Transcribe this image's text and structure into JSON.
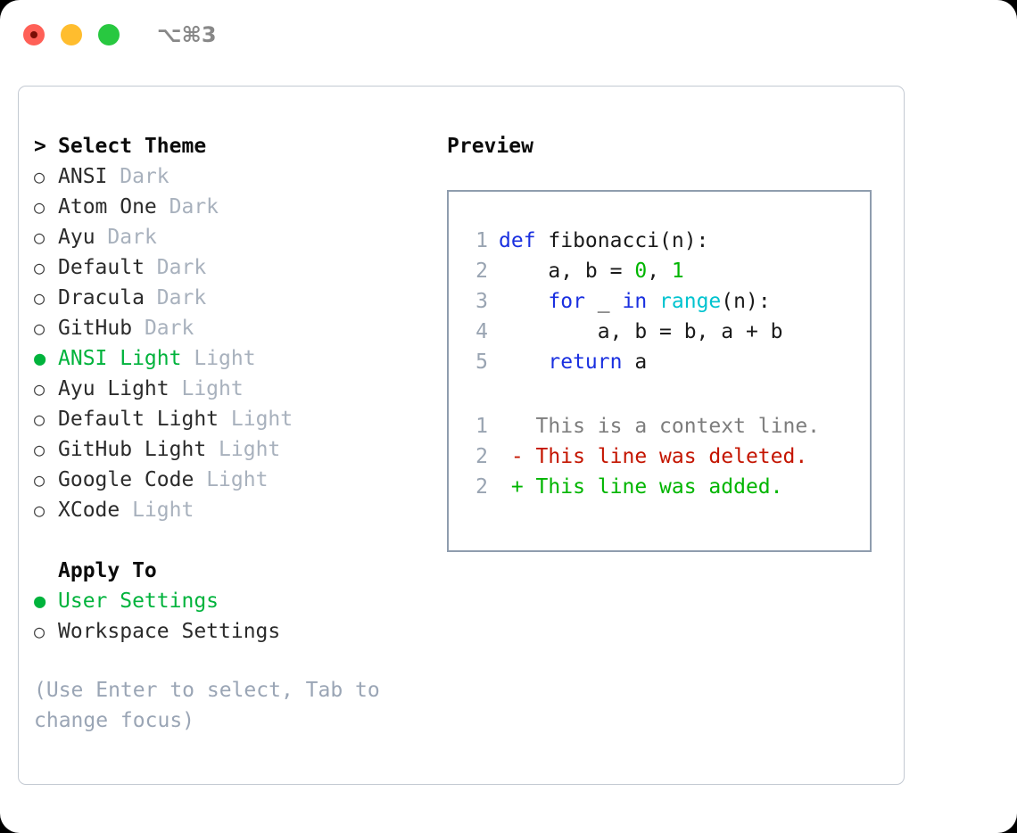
{
  "titlebar": {
    "shortcut": "⌥⌘3",
    "buttons": [
      {
        "name": "close",
        "color": "#ff6057"
      },
      {
        "name": "minimize",
        "color": "#ffbd2e"
      },
      {
        "name": "maximize",
        "color": "#28c840"
      }
    ]
  },
  "colors": {
    "accent_green": "#00b33c",
    "keyword_blue": "#1a30e0",
    "function_cyan": "#00c3cf",
    "number_green": "#00b500",
    "diff_delete_red": "#c41500",
    "diff_add_green": "#00b500",
    "muted_gray": "#a8b1bd",
    "hint_gray": "#9aa5b5",
    "panel_border": "#8f9dae",
    "window_border": "#c3c9d2"
  },
  "theme_list": {
    "header_caret": ">",
    "header_label": "Select Theme",
    "bullet_selected": "●",
    "bullet_unselected": "○",
    "items": [
      {
        "name": "ANSI",
        "kind": "Dark",
        "selected": false
      },
      {
        "name": "Atom One",
        "kind": "Dark",
        "selected": false
      },
      {
        "name": "Ayu",
        "kind": "Dark",
        "selected": false
      },
      {
        "name": "Default",
        "kind": "Dark",
        "selected": false
      },
      {
        "name": "Dracula",
        "kind": "Dark",
        "selected": false
      },
      {
        "name": "GitHub",
        "kind": "Dark",
        "selected": false
      },
      {
        "name": "ANSI Light",
        "kind": "Light",
        "selected": true
      },
      {
        "name": "Ayu Light",
        "kind": "Light",
        "selected": false
      },
      {
        "name": "Default Light",
        "kind": "Light",
        "selected": false
      },
      {
        "name": "GitHub Light",
        "kind": "Light",
        "selected": false
      },
      {
        "name": "Google Code",
        "kind": "Light",
        "selected": false
      },
      {
        "name": "XCode",
        "kind": "Light",
        "selected": false
      }
    ]
  },
  "apply_to": {
    "header_label": "Apply To",
    "items": [
      {
        "name": "User Settings",
        "selected": true
      },
      {
        "name": "Workspace Settings",
        "selected": false
      }
    ]
  },
  "hint": "(Use Enter to select, Tab to change focus)",
  "preview": {
    "title": "Preview",
    "code_lines": [
      {
        "lineno": "1",
        "segments": [
          {
            "text": "def ",
            "tok": "kw"
          },
          {
            "text": "fibonacci(n):",
            "tok": "pl"
          }
        ]
      },
      {
        "lineno": "2",
        "segments": [
          {
            "text": "    a, b = ",
            "tok": "pl"
          },
          {
            "text": "0",
            "tok": "num"
          },
          {
            "text": ", ",
            "tok": "pl"
          },
          {
            "text": "1",
            "tok": "num"
          }
        ]
      },
      {
        "lineno": "3",
        "segments": [
          {
            "text": "    ",
            "tok": "pl"
          },
          {
            "text": "for",
            "tok": "kw"
          },
          {
            "text": " _ ",
            "tok": "pl"
          },
          {
            "text": "in",
            "tok": "kw"
          },
          {
            "text": " ",
            "tok": "pl"
          },
          {
            "text": "range",
            "tok": "fn"
          },
          {
            "text": "(n):",
            "tok": "pl"
          }
        ]
      },
      {
        "lineno": "4",
        "segments": [
          {
            "text": "        a, b = b, a + b",
            "tok": "pl"
          }
        ]
      },
      {
        "lineno": "5",
        "segments": [
          {
            "text": "    ",
            "tok": "pl"
          },
          {
            "text": "return",
            "tok": "kw"
          },
          {
            "text": " a",
            "tok": "pl"
          }
        ]
      }
    ],
    "diff_lines": [
      {
        "lineno": "1",
        "marker": "  ",
        "text": "This is a context line.",
        "kind": "ctx"
      },
      {
        "lineno": "2",
        "marker": "- ",
        "text": "This line was deleted.",
        "kind": "del"
      },
      {
        "lineno": "2",
        "marker": "+ ",
        "text": "This line was added.",
        "kind": "add"
      }
    ]
  }
}
